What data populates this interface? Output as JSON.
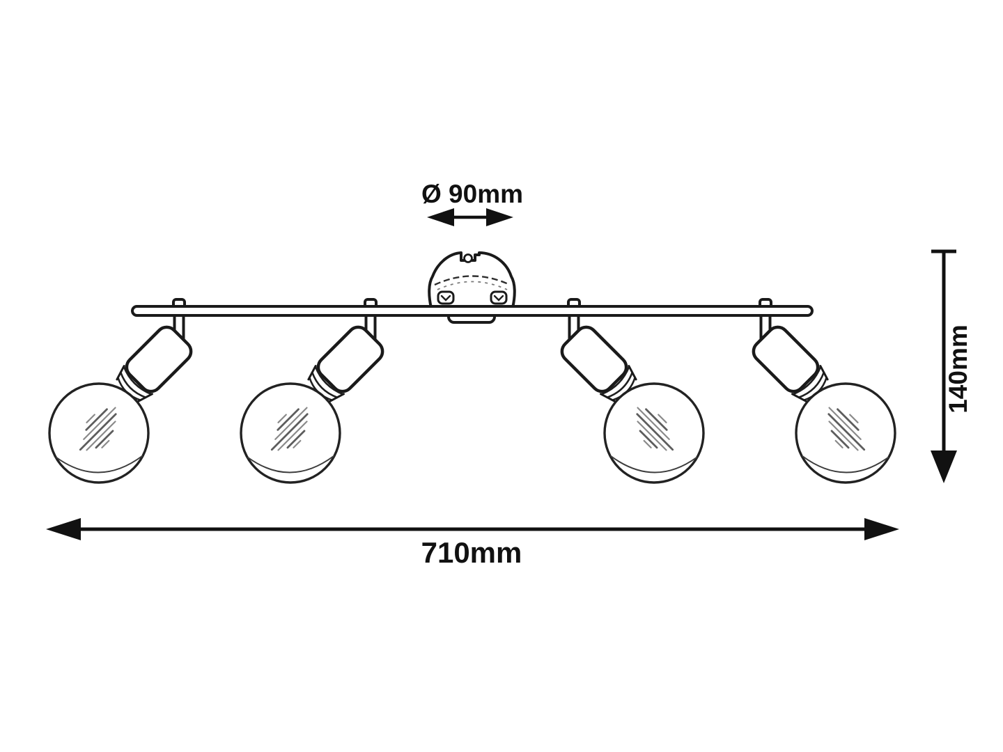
{
  "diagram": {
    "type": "product-dimension-drawing",
    "background_color": "#ffffff",
    "line_color": "#1a1a1a",
    "dimension_color": "#111111",
    "filament_color": "#5d5d5d",
    "labels": {
      "diameter": "Ø 90mm",
      "width": "710mm",
      "height": "140mm"
    },
    "parts": {
      "spotlight_count": 4,
      "canopy": "ceiling-canopy",
      "rail": "mounting-rail",
      "bulb": "globe-filament-bulb"
    }
  }
}
